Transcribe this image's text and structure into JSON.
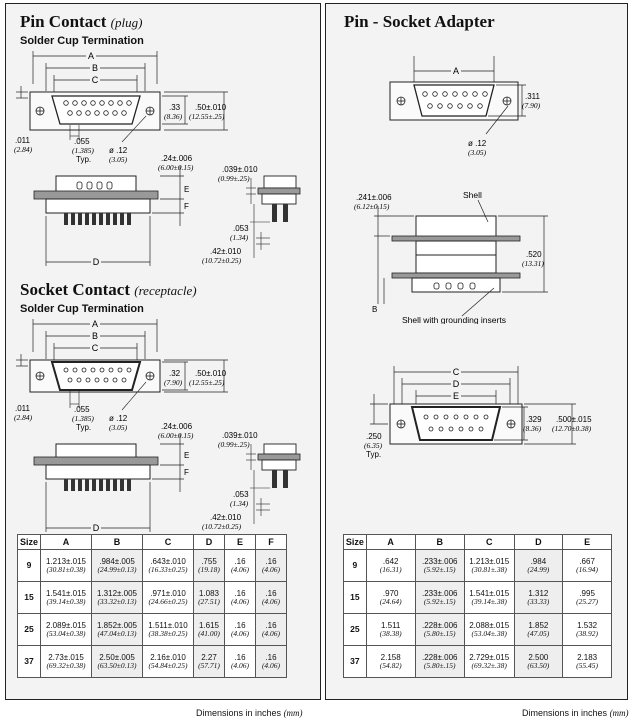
{
  "left": {
    "pin_title": "Pin Contact",
    "pin_title_note": "(plug)",
    "pin_subtitle": "Solder Cup Termination",
    "socket_title": "Socket Contact",
    "socket_title_note": "(receptacle)",
    "socket_subtitle": "Solder Cup Termination",
    "pin_dims": {
      "A": "A",
      "B": "B",
      "C": "C",
      "D": "D",
      "E": "E",
      "F": "F",
      "h": ".33",
      "h_mm": "(8.36)",
      "w": ".50±.010",
      "w_mm": "(12.55±.25)",
      "s": ".011",
      "s_mm": "(2.84)",
      "pitch": ".055",
      "pitch_mm": "(1.385)",
      "typ": "Typ.",
      "hole": "ø .12",
      "hole_mm": "(3.05)",
      "t": ".24±.006",
      "t_mm": "(6.00±0.15)",
      "sh": ".039±.010",
      "sh_mm": "(0.99±.25)",
      "cup": ".053",
      "cup_mm": "(1.34)",
      "len": ".42±.010",
      "len_mm": "(10.72±0.25)"
    },
    "socket_dims": {
      "A": "A",
      "B": "B",
      "C": "C",
      "D": "D",
      "E": "E",
      "F": "F",
      "h": ".32",
      "h_mm": "(7.90)",
      "w": ".50±.010",
      "w_mm": "(12.55±.25)",
      "s": ".011",
      "s_mm": "(2.84)",
      "pitch": ".055",
      "pitch_mm": "(1.385)",
      "typ": "Typ.",
      "hole": "ø .12",
      "hole_mm": "(3.05)",
      "t": ".24±.006",
      "t_mm": "(6.00±0.15)",
      "sh": ".039±.010",
      "sh_mm": "(0.99±.25)",
      "cup": ".053",
      "cup_mm": "(1.34)",
      "len": ".42±.010",
      "len_mm": "(10.72±0.25)"
    },
    "table": {
      "headers": [
        "Size",
        "A",
        "B",
        "C",
        "D",
        "E",
        "F"
      ],
      "rows": [
        {
          "size": "9",
          "cells": [
            {
              "in": "1.213±.015",
              "mm": "(30.81±0.38)"
            },
            {
              "in": ".984±.005",
              "mm": "(24.99±0.13)"
            },
            {
              "in": ".643±.010",
              "mm": "(16.33±0.25)"
            },
            {
              "in": ".755",
              "mm": "(19.18)"
            },
            {
              "in": ".16",
              "mm": "(4.06)"
            },
            {
              "in": ".16",
              "mm": "(4.06)"
            }
          ]
        },
        {
          "size": "15",
          "cells": [
            {
              "in": "1.541±.015",
              "mm": "(39.14±0.38)"
            },
            {
              "in": "1.312±.005",
              "mm": "(33.32±0.13)"
            },
            {
              "in": ".971±.010",
              "mm": "(24.66±0.25)"
            },
            {
              "in": "1.083",
              "mm": "(27.51)"
            },
            {
              "in": ".16",
              "mm": "(4.06)"
            },
            {
              "in": ".16",
              "mm": "(4.06)"
            }
          ]
        },
        {
          "size": "25",
          "cells": [
            {
              "in": "2.089±.015",
              "mm": "(53.04±0.38)"
            },
            {
              "in": "1.852±.005",
              "mm": "(47.04±0.13)"
            },
            {
              "in": "1.511±.010",
              "mm": "(38.38±0.25)"
            },
            {
              "in": "1.615",
              "mm": "(41.00)"
            },
            {
              "in": ".16",
              "mm": "(4.06)"
            },
            {
              "in": ".16",
              "mm": "(4.06)"
            }
          ]
        },
        {
          "size": "37",
          "cells": [
            {
              "in": "2.73±.015",
              "mm": "(69.32±0.38)"
            },
            {
              "in": "2.50±.005",
              "mm": "(63.50±0.13)"
            },
            {
              "in": "2.16±.010",
              "mm": "(54.84±0.25)"
            },
            {
              "in": "2.27",
              "mm": "(57.71)"
            },
            {
              "in": ".16",
              "mm": "(4.06)"
            },
            {
              "in": ".16",
              "mm": "(4.06)"
            }
          ]
        }
      ]
    },
    "footer": {
      "text": "Dimensions in inches",
      "unit": "(mm)"
    }
  },
  "right": {
    "title": "Pin - Socket Adapter",
    "top_dims": {
      "A": "A",
      "h": ".311",
      "h_mm": "(7.90)",
      "hole": "ø .12",
      "hole_mm": "(3.05)"
    },
    "side_dims": {
      "t": ".241±.006",
      "t_mm": "(6.12±0.15)",
      "shell": "Shell",
      "h": ".520",
      "h_mm": "(13.31)",
      "B": "B",
      "grounding": "Shell with grounding inserts"
    },
    "bottom_dims": {
      "C": "C",
      "D": "D",
      "E": "E",
      "h": ".329",
      "h_mm": "(8.36)",
      "w": ".500±.015",
      "w_mm": "(12.70±0.38)",
      "s": ".250",
      "s_mm": "(6.35)",
      "typ": "Typ."
    },
    "table": {
      "headers": [
        "Size",
        "A",
        "B",
        "C",
        "D",
        "E"
      ],
      "rows": [
        {
          "size": "9",
          "cells": [
            {
              "in": ".642",
              "mm": "(16.31)"
            },
            {
              "in": ".233±.006",
              "mm": "(5.92±.15)"
            },
            {
              "in": "1.213±.015",
              "mm": "(30.81±.38)"
            },
            {
              "in": ".984",
              "mm": "(24.99)"
            },
            {
              "in": ".667",
              "mm": "(16.94)"
            }
          ]
        },
        {
          "size": "15",
          "cells": [
            {
              "in": ".970",
              "mm": "(24.64)"
            },
            {
              "in": ".233±.006",
              "mm": "(5.92±.15)"
            },
            {
              "in": "1.541±.015",
              "mm": "(39.14±.38)"
            },
            {
              "in": "1.312",
              "mm": "(33.33)"
            },
            {
              "in": ".995",
              "mm": "(25.27)"
            }
          ]
        },
        {
          "size": "25",
          "cells": [
            {
              "in": "1.511",
              "mm": "(38.38)"
            },
            {
              "in": ".228±.006",
              "mm": "(5.80±.15)"
            },
            {
              "in": "2.088±.015",
              "mm": "(53.04±.38)"
            },
            {
              "in": "1.852",
              "mm": "(47.05)"
            },
            {
              "in": "1.532",
              "mm": "(38.92)"
            }
          ]
        },
        {
          "size": "37",
          "cells": [
            {
              "in": "2.158",
              "mm": "(54.82)"
            },
            {
              "in": ".228±.006",
              "mm": "(5.80±.15)"
            },
            {
              "in": "2.729±.015",
              "mm": "(69.32±.38)"
            },
            {
              "in": "2.500",
              "mm": "(63.50)"
            },
            {
              "in": "2.183",
              "mm": "(55.45)"
            }
          ]
        }
      ]
    },
    "footer": {
      "text": "Dimensions in inches",
      "unit": "(mm)"
    }
  }
}
